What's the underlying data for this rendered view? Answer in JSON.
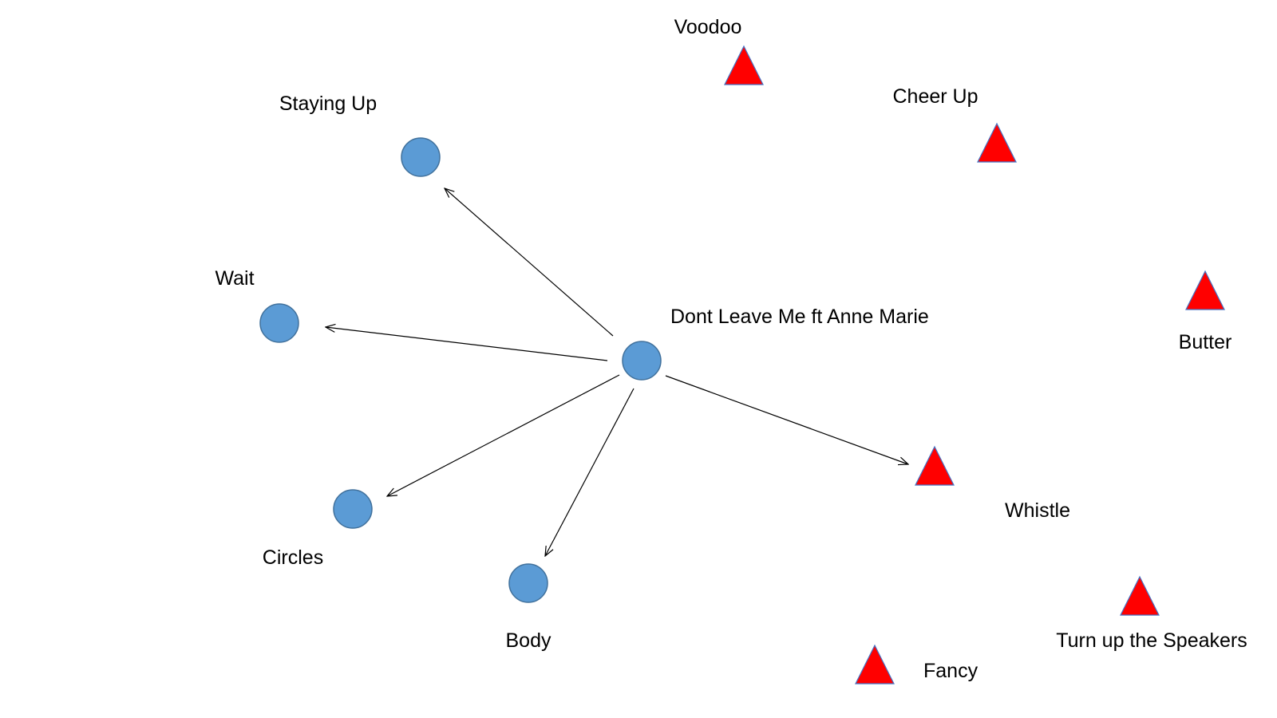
{
  "colors": {
    "circle_fill": "#5B9BD5",
    "circle_stroke": "#41719C",
    "triangle_fill": "#FF0000",
    "triangle_stroke": "#4472C4",
    "edge": "#000000",
    "text": "#000000"
  },
  "nodes": [
    {
      "id": "staying-up",
      "label": "Staying Up",
      "shape": "circle"
    },
    {
      "id": "wait",
      "label": "Wait",
      "shape": "circle"
    },
    {
      "id": "dont-leave-me",
      "label": "Dont Leave Me ft Anne Marie",
      "shape": "circle"
    },
    {
      "id": "circles",
      "label": "Circles",
      "shape": "circle"
    },
    {
      "id": "body",
      "label": "Body",
      "shape": "circle"
    },
    {
      "id": "voodoo",
      "label": "Voodoo",
      "shape": "triangle"
    },
    {
      "id": "cheer-up",
      "label": "Cheer Up",
      "shape": "triangle"
    },
    {
      "id": "butter",
      "label": "Butter",
      "shape": "triangle"
    },
    {
      "id": "whistle",
      "label": "Whistle",
      "shape": "triangle"
    },
    {
      "id": "turn-up-the-speakers",
      "label": "Turn up the Speakers",
      "shape": "triangle"
    },
    {
      "id": "fancy",
      "label": "Fancy",
      "shape": "triangle"
    }
  ],
  "edges": [
    {
      "from": "dont-leave-me",
      "to": "staying-up"
    },
    {
      "from": "dont-leave-me",
      "to": "wait"
    },
    {
      "from": "dont-leave-me",
      "to": "circles"
    },
    {
      "from": "dont-leave-me",
      "to": "body"
    },
    {
      "from": "dont-leave-me",
      "to": "whistle"
    }
  ]
}
